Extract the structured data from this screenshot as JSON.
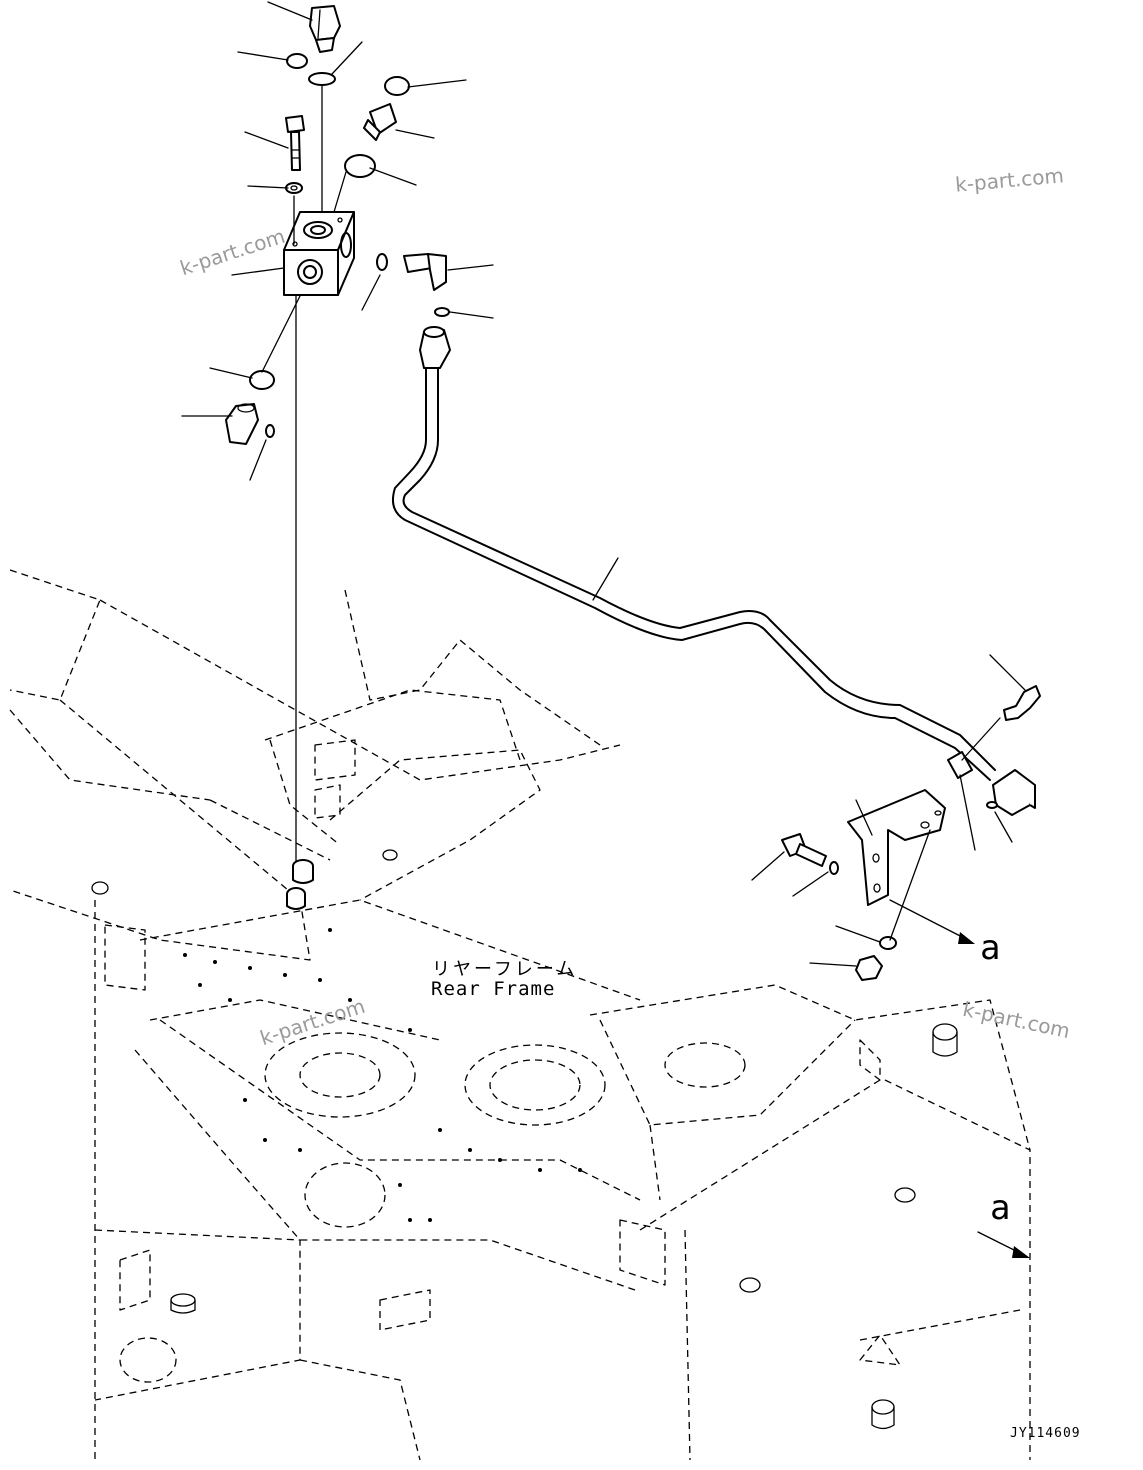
{
  "labels": {
    "frame_jp": "リヤーフレーム",
    "frame_en": "Rear Frame",
    "view_a_near_bracket": "a",
    "view_a_on_frame": "a",
    "drawing_number": "JY114609"
  },
  "watermarks": [
    "k-part.com",
    "k-part.com",
    "k-part.com",
    "k-part.com"
  ],
  "colors": {
    "line": "#000000",
    "background": "#ffffff",
    "watermark": "#9a9a9a"
  }
}
